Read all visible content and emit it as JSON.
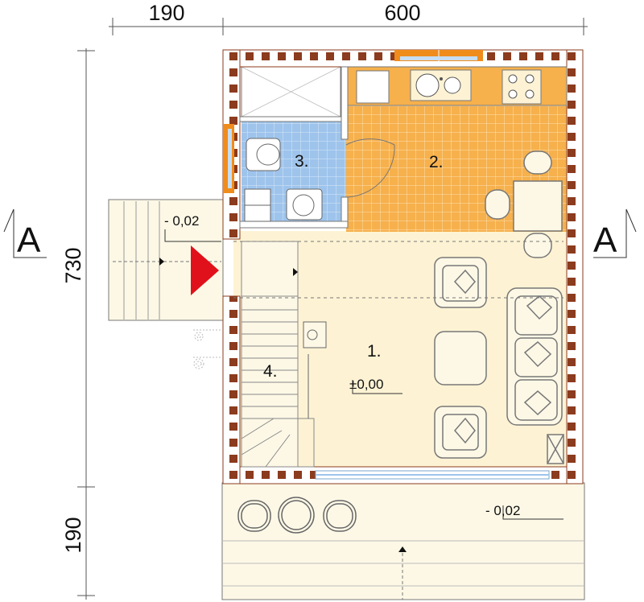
{
  "dimensions": {
    "top_left": "190",
    "top_right": "600",
    "left_upper": "730",
    "left_lower": "190"
  },
  "section_marks": {
    "left": "A",
    "right": "A"
  },
  "rooms": {
    "living": "1.",
    "kitchen": "2.",
    "bathroom": "3.",
    "stairs": "4."
  },
  "levels": {
    "main_floor": "±0,00",
    "entrance": "- 0,02",
    "terrace": "- 0,02"
  },
  "colors": {
    "wall": "#8b3b1e",
    "living_floor": "#fdf3d4",
    "kitchen_floor": "#f6b04c",
    "bath_floor": "#9ec4ec",
    "entrance_arrow": "#e0111b",
    "window": "#f08c1c"
  }
}
